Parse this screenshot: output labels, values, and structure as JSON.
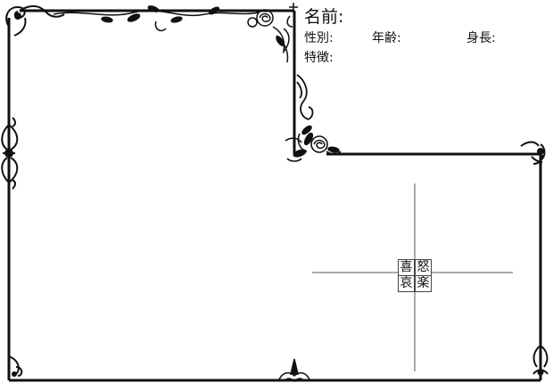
{
  "profile": {
    "name_label": "名前:",
    "sex_label": "性別:",
    "age_label": "年齢:",
    "height_label": "身長:",
    "traits_label": "特徴:"
  },
  "emotion_chart": {
    "joy": "喜",
    "anger": "怒",
    "sorrow": "哀",
    "pleasure": "楽"
  },
  "colors": {
    "ink": "#111111",
    "axis": "#555555",
    "paper": "#ffffff"
  }
}
